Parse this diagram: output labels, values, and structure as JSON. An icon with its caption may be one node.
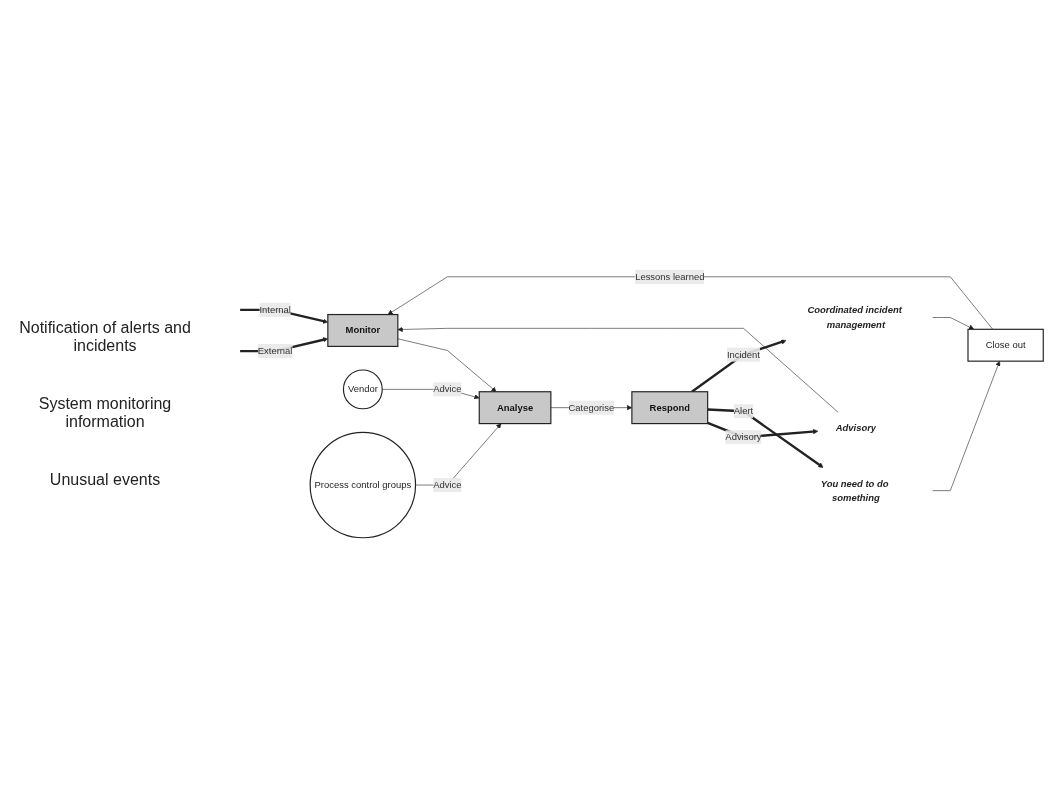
{
  "diagram": {
    "nodes": [
      {
        "text": [
          "Monitor"
        ]
      },
      {
        "text": [
          "Analyse"
        ]
      },
      {
        "text": [
          "Respond"
        ]
      },
      {
        "text": [
          "Vendor"
        ]
      },
      {
        "text": [
          "Process control groups"
        ]
      },
      {
        "text": [
          "Advisory"
        ]
      },
      {
        "text": [
          "You need to do something"
        ]
      },
      {
        "text": [
          "Coordinated incident management"
        ]
      },
      {
        "text": [
          "Close out"
        ]
      }
    ],
    "edges": [
      {
        "from": null,
        "to": 0,
        "arrow": "to",
        "label": "External",
        "style": "thick"
      },
      {
        "from": null,
        "to": 0,
        "arrow": "to",
        "label": "Internal",
        "style": "thick"
      },
      {
        "from": 0,
        "to": 1,
        "arrow": "to"
      },
      {
        "from": 1,
        "to": 2,
        "arrow": "to",
        "label": "Categorise"
      },
      {
        "from": 3,
        "to": 1,
        "arrow": "to",
        "label": "Advice"
      },
      {
        "from": 4,
        "to": 1,
        "arrow": "to",
        "label": "Advice"
      },
      {
        "from": 2,
        "to": 5,
        "arrow": "to",
        "label": "Advisory",
        "style": "thick"
      },
      {
        "from": 2,
        "to": 6,
        "arrow": "to",
        "label": "Alert",
        "style": "thick"
      },
      {
        "from": 2,
        "to": 7,
        "arrow": "to",
        "label": "Incident",
        "style": "thick"
      },
      {
        "from": 5,
        "to": 0,
        "arrow": "to"
      },
      {
        "from": 7,
        "to": 8,
        "arrow": "to"
      },
      {
        "from": 6,
        "to": 8,
        "arrow": "to"
      },
      {
        "from": 8,
        "to": 0,
        "arrow": "to",
        "label": "Lessons learned"
      }
    ],
    "labels": [
      "Notification of alerts and incidents",
      "System monitoring information",
      "Unusual events"
    ]
  }
}
